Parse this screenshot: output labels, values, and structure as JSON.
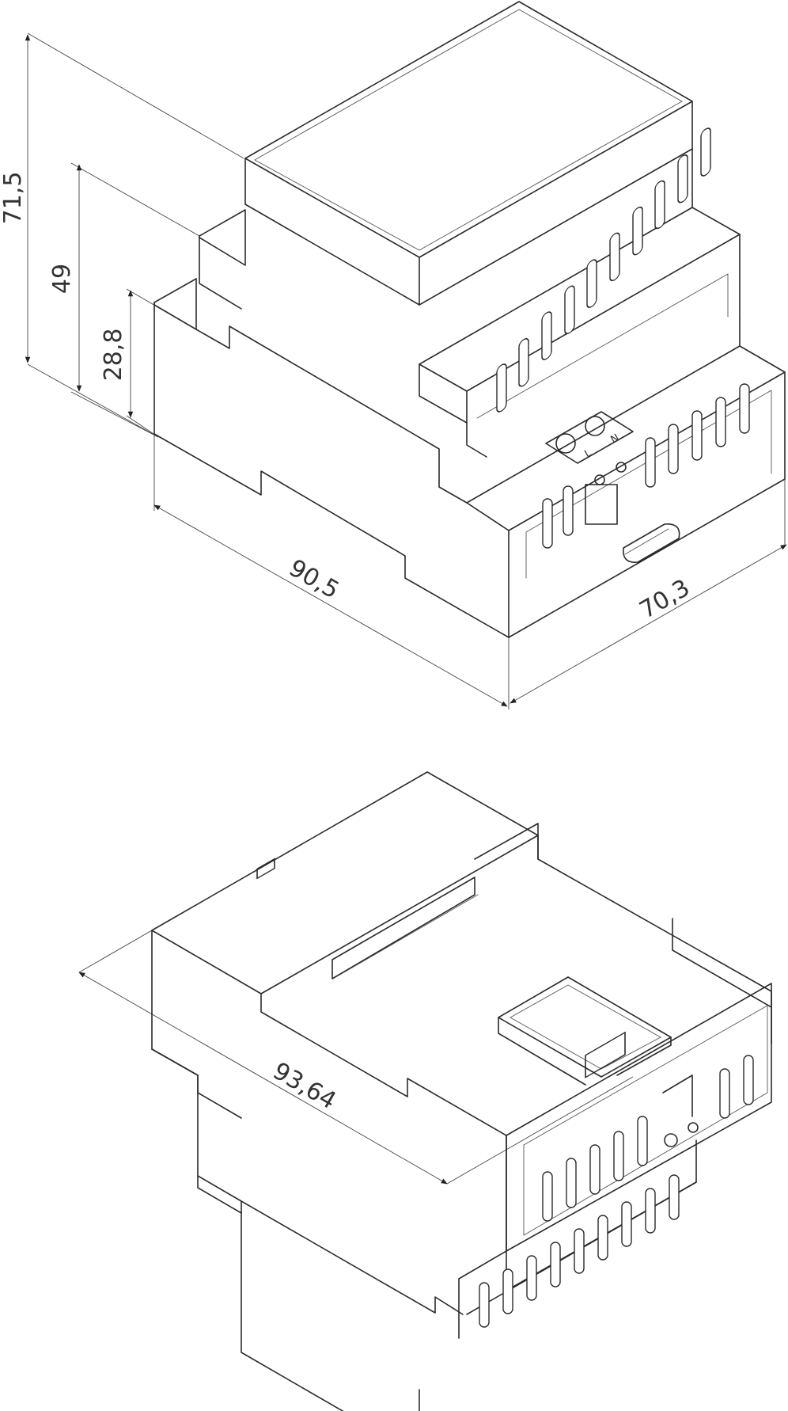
{
  "dimensions_top": {
    "height_total": "71,5",
    "height_mid": "49",
    "height_low": "28,8",
    "length": "90,5",
    "depth": "70,3"
  },
  "dimensions_bottom": {
    "length": "93,64"
  },
  "terminal_labels": {
    "left": "L",
    "right": "N"
  },
  "colors": {
    "line": "#2b2b2b",
    "background": "#ffffff"
  }
}
